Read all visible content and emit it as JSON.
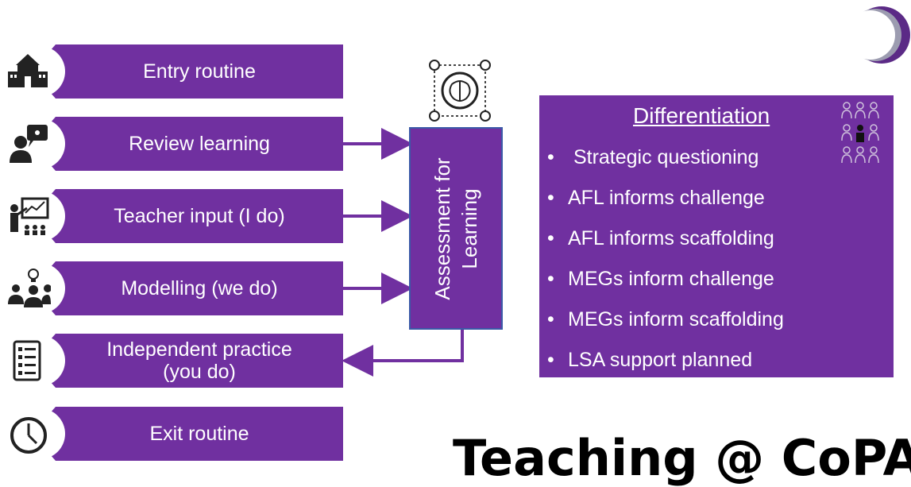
{
  "steps": [
    {
      "label": "Entry routine",
      "icon": "school-icon"
    },
    {
      "label": "Review learning",
      "icon": "person-speech-icon"
    },
    {
      "label": "Teacher input (I do)",
      "icon": "teacher-presenting-icon"
    },
    {
      "label": "Modelling (we do)",
      "icon": "group-idea-icon"
    },
    {
      "label": "Independent practice\n(you do)",
      "icon": "checklist-icon"
    },
    {
      "label": "Exit routine",
      "icon": "clock-icon"
    }
  ],
  "assessment": {
    "line1": "Assessment for",
    "line2": "Learning",
    "icon": "brain-cycle-icon"
  },
  "differentiation": {
    "title": "Differentiation",
    "icon": "people-grid-icon",
    "items": [
      " Strategic questioning",
      "AFL informs challenge",
      "AFL informs scaffolding",
      "MEGs inform challenge",
      "MEGs inform scaffolding",
      "LSA support planned"
    ]
  },
  "footer": {
    "title": "Teaching @ CoPA"
  },
  "logo": {
    "icon": "crescent-logo-icon"
  },
  "colors": {
    "purple": "#7030a0",
    "border_blue": "#3b5aa8",
    "white": "#ffffff"
  }
}
